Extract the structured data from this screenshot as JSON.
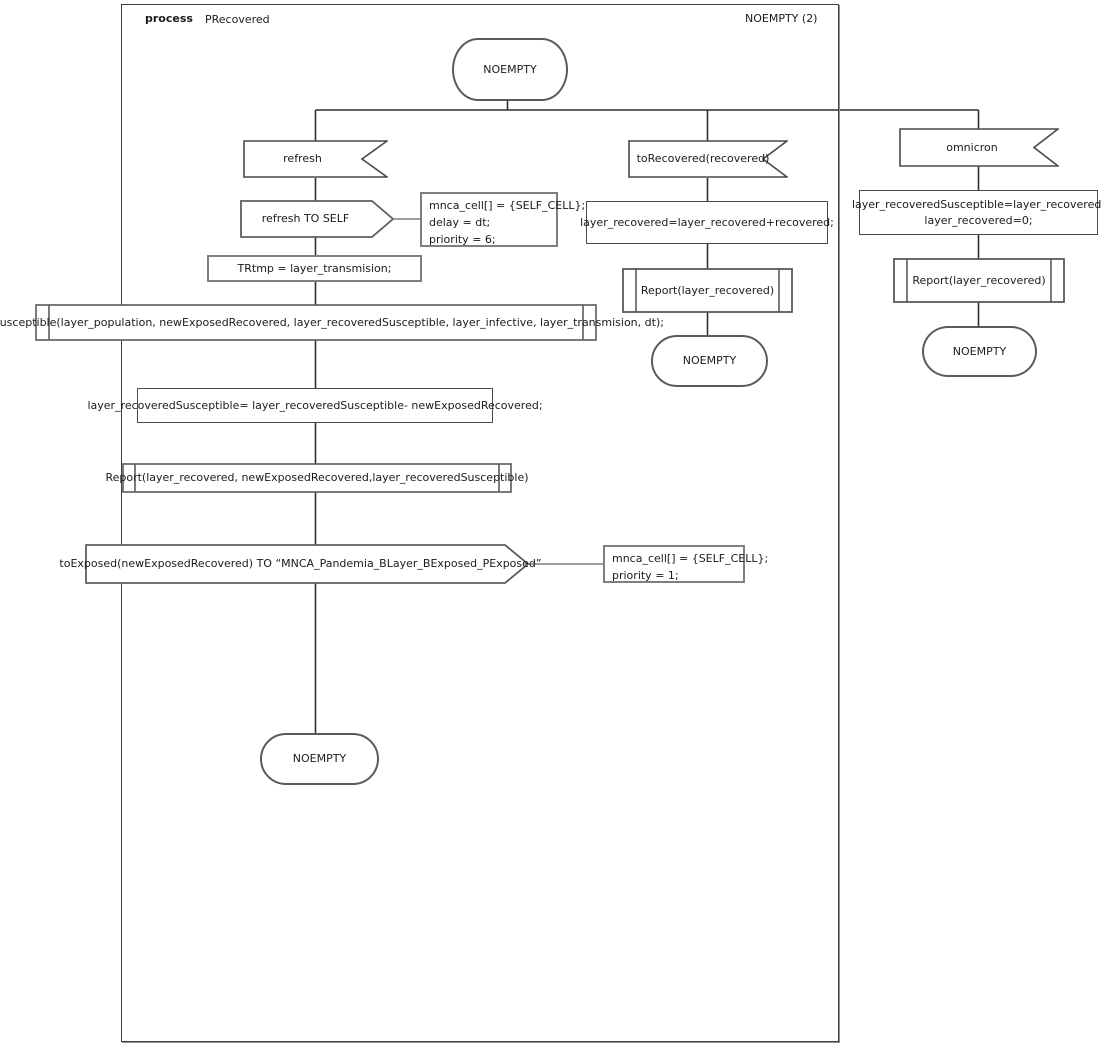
{
  "frame": {
    "kind_label": "process",
    "process_name": "PRecovered",
    "state_header": "NOEMPTY (2)"
  },
  "start_state": {
    "label": "NOEMPTY"
  },
  "branches": {
    "refresh": {
      "input_label": "refresh",
      "output_self_label": "refresh TO SELF",
      "output_self_comment": {
        "line1": "mnca_cell[] = {SELF_CELL};",
        "line2": "delay = dt;",
        "line3": "priority = 6;"
      },
      "task_trtmp": "TRtmp = layer_transmision;",
      "proc_numsusceptible": "numSusceptible(layer_population, newExposedRecovered, layer_recoveredSusceptible, layer_infective, layer_transmision, dt);",
      "task_update": "layer_recoveredSusceptible= layer_recoveredSusceptible- newExposedRecovered;",
      "proc_report": "Report(layer_recovered, newExposedRecovered,layer_recoveredSusceptible)",
      "output_toexposed_label": "toExposed(newExposedRecovered) TO “MNCA_Pandemia_BLayer_BExposed_PExposed”",
      "output_toexposed_comment": {
        "line1": "mnca_cell[] = {SELF_CELL};",
        "line2": "priority = 1;"
      },
      "end_state": "NOEMPTY"
    },
    "torecovered": {
      "input_label": "toRecovered(recovered)",
      "task_update": "layer_recovered=layer_recovered+recovered;",
      "proc_report": "Report(layer_recovered)",
      "end_state": "NOEMPTY"
    },
    "omnicron": {
      "input_label": "omnicron",
      "task_update": {
        "line1": "layer_recoveredSusceptible=layer_recovered;",
        "line2": "layer_recovered=0;"
      },
      "proc_report": "Report(layer_recovered)",
      "end_state": "NOEMPTY"
    }
  },
  "colors": {
    "line": "#2f2f2f",
    "shape_stroke": "#4a4a4a",
    "gray_stroke": "#7f7f7f"
  }
}
